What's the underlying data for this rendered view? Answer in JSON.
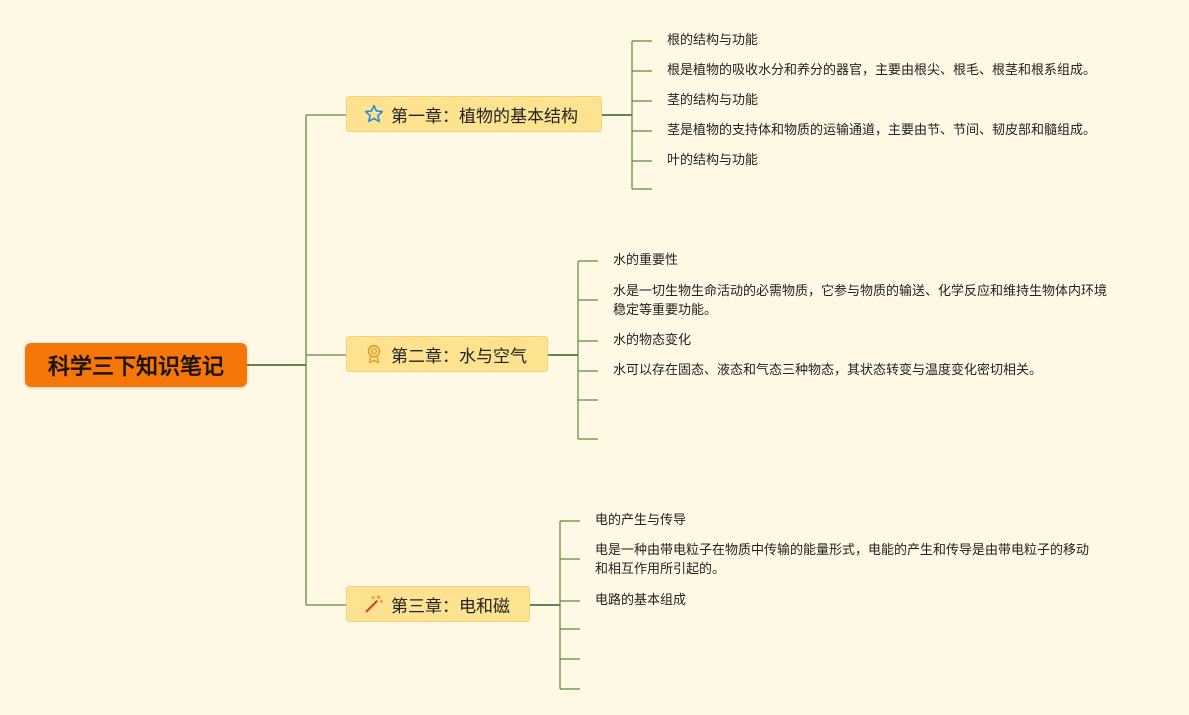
{
  "root": {
    "title": "科学三下知识笔记"
  },
  "chapters": [
    {
      "title": "第一章：植物的基本结构",
      "icon": "star-outline-icon",
      "icon_color": "#2b8fd6",
      "items": [
        "根的结构与功能",
        "根是植物的吸收水分和养分的器官，主要由根尖、根毛、根茎和根系组成。",
        "茎的结构与功能",
        "茎是植物的支持体和物质的运输通道，主要由节、节间、韧皮部和髓组成。",
        "叶的结构与功能",
        ""
      ]
    },
    {
      "title": "第二章：水与空气",
      "icon": "award-medal-icon",
      "icon_color": "#e0a12a",
      "items": [
        "水的重要性",
        "水是一切生物生命活动的必需物质，它参与物质的输送、化学反应和维持生物体内环境稳定等重要功能。",
        "水的物态变化",
        "水可以存在固态、液态和气态三种物态，其状态转变与温度变化密切相关。",
        "",
        ""
      ]
    },
    {
      "title": "第三章：电和磁",
      "icon": "magic-wand-icon",
      "icon_color": "#d24a1b",
      "items": [
        "电的产生与传导",
        "电是一种由带电粒子在物质中传输的能量形式，电能的产生和传导是由带电粒子的移动和相互作用所引起的。",
        "电路的基本组成",
        "",
        "",
        ""
      ]
    }
  ],
  "colors": {
    "background": "#fef8e4",
    "root_fill": "#f77608",
    "chapter_fill": "#fde28f",
    "line_dark": "#2e5f1e",
    "line_light": "#5d8a3c"
  }
}
